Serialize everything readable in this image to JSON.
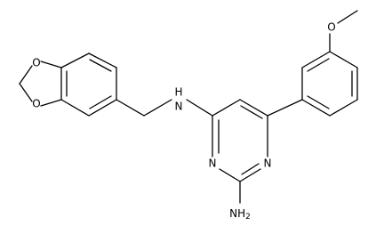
{
  "molecule": {
    "atoms": {
      "o_ring_top": "O",
      "o_ring_bottom": "O",
      "nh_linker": "N",
      "nh_linker_h": "H",
      "n_pyrimidine_left": "N",
      "n_pyrimidine_right": "N",
      "amine_nh": "NH",
      "amine_sub": "2",
      "o_methoxy": "O"
    }
  }
}
